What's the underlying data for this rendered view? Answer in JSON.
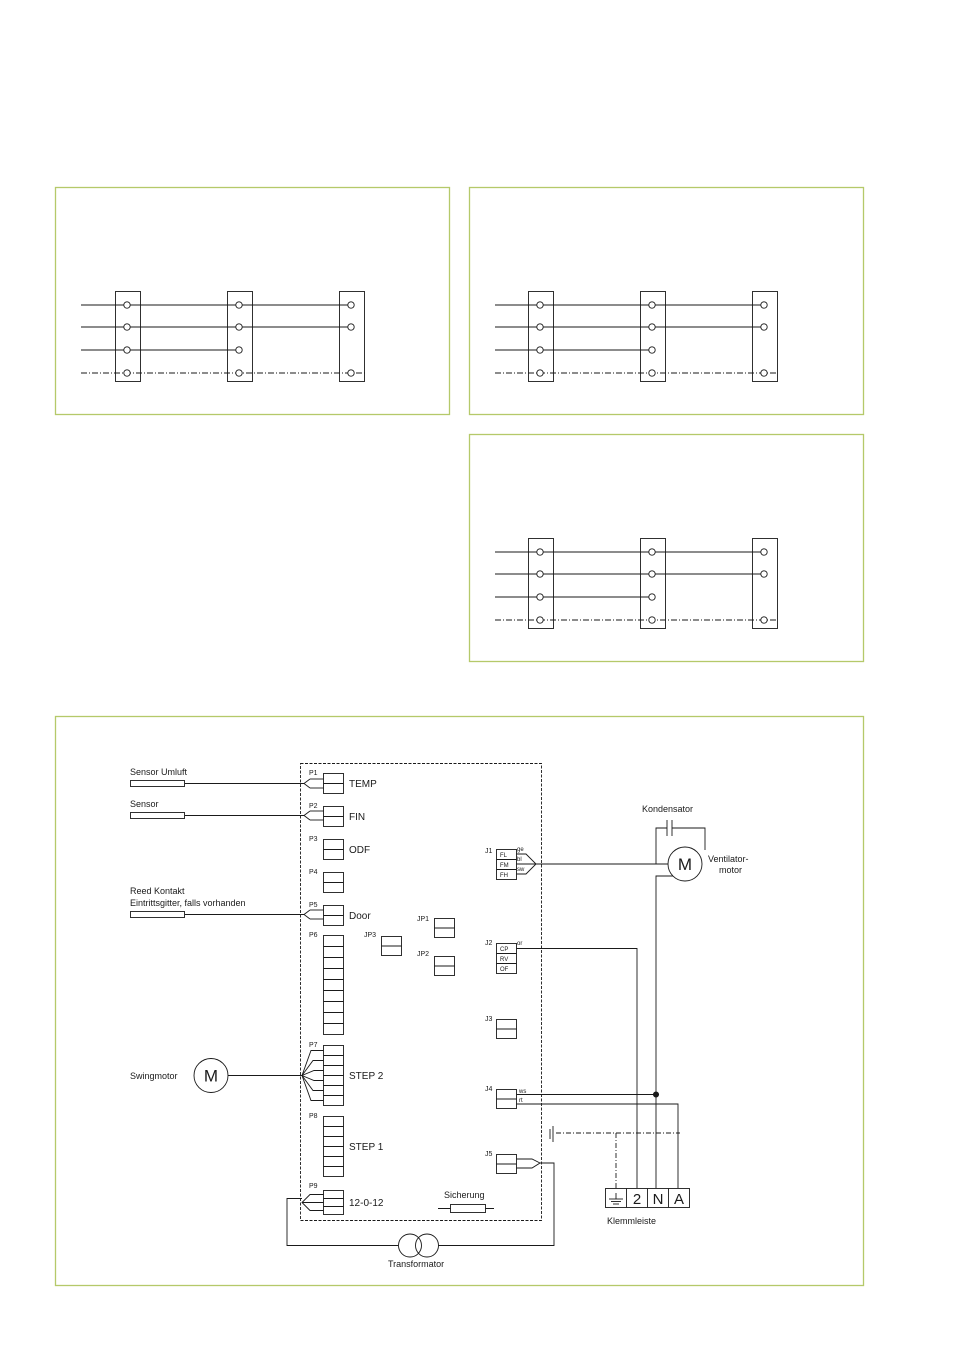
{
  "sensors": {
    "umluft": "Sensor Umluft",
    "sensor": "Sensor",
    "reed_line1": "Reed Kontakt",
    "reed_line2": "Eintrittsgitter, falls vorhanden"
  },
  "ports": {
    "p1": "P1",
    "p2": "P2",
    "p3": "P3",
    "p4": "P4",
    "p5": "P5",
    "p6": "P6",
    "p7": "P7",
    "p8": "P8",
    "p9": "P9",
    "jp1": "JP1",
    "jp2": "JP2",
    "jp3": "JP3",
    "j1": "J1",
    "j2": "J2",
    "j3": "J3",
    "j4": "J4",
    "j5": "J5"
  },
  "port_labels": {
    "temp": "TEMP",
    "fin": "FIN",
    "odf": "ODF",
    "door": "Door",
    "step2": "STEP 2",
    "step1": "STEP 1",
    "v12": "12-0-12"
  },
  "j1_pins": [
    "FL",
    "FM",
    "FH"
  ],
  "j1_wires": [
    "ge",
    "bl",
    "sw"
  ],
  "j2_pins": [
    "CP",
    "RV",
    "OF"
  ],
  "j2_wire": "or",
  "j4_wires": [
    "ws",
    "rt"
  ],
  "components": {
    "swingmotor": "Swingmotor",
    "motor_symbol": "M",
    "kondensator": "Kondensator",
    "ventilator_line1": "Ventilator-",
    "ventilator_line2": "motor",
    "sicherung": "Sicherung",
    "transformator": "Transformator",
    "klemmleiste": "Klemmleiste"
  },
  "terminals": [
    "2",
    "N",
    "A"
  ],
  "colors": {
    "frame": "#b5c96a",
    "line": "#1a1a1a"
  }
}
